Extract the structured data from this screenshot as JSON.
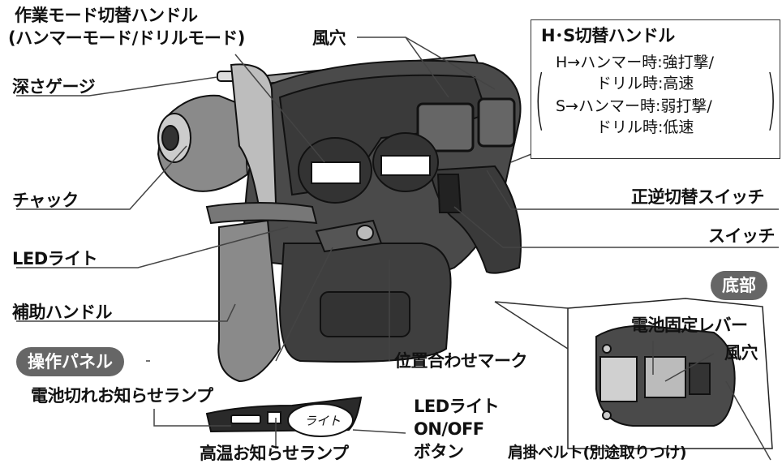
{
  "labels": {
    "mode_handle_line1": "作業モード切替ハンドル",
    "mode_handle_line2": "(ハンマーモード/ドリルモード)",
    "vent_top": "風穴",
    "depth_gauge": "深さゲージ",
    "chuck": "チャック",
    "led_light": "LEDライト",
    "aux_handle": "補助ハンドル",
    "reverse_switch": "正逆切替スイッチ",
    "switch": "スイッチ",
    "align_mark": "位置合わせマーク",
    "battery_lever": "電池固定レバー",
    "vent_bottom": "風穴",
    "shoulder_belt": "肩掛ベルト(別途取りつけ)",
    "battery_lamp": "電池切れお知らせランプ",
    "temp_lamp": "高温お知らせランプ",
    "led_button_line1": "LEDライト",
    "led_button_line2": "ON/OFF",
    "led_button_line3": "ボタン",
    "panel_button_text": "ライト"
  },
  "pills": {
    "bottom": "底部",
    "operation_panel": "操作パネル"
  },
  "hs_box": {
    "title": "H･S切替ハンドル",
    "line1": "H→ハンマー時:強打撃/",
    "line2": "ドリル時:高速",
    "line3": "S→ハンマー時:弱打撃/",
    "line4": "ドリル時:低速"
  },
  "colors": {
    "pill_bg": "#666666",
    "body_dark": "#3a3a3a",
    "body_mid": "#8a8a8a",
    "outline": "#111111"
  }
}
